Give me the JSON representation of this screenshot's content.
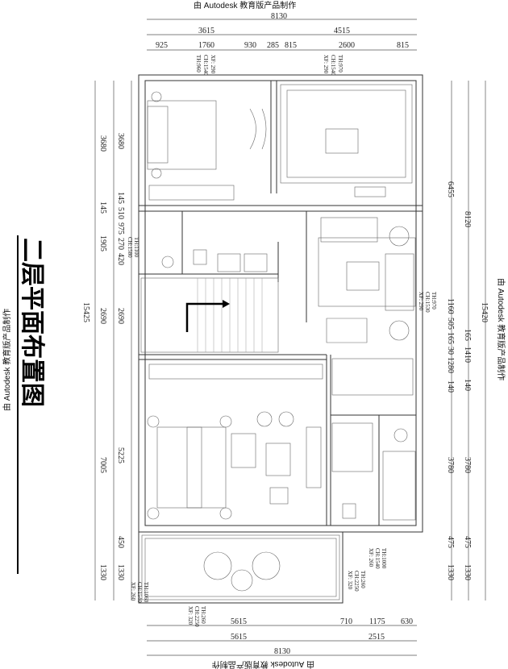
{
  "stamp": "由 Autodesk 教育版产品制作",
  "title": "二层平面布置图",
  "dims_top": {
    "total": "8130",
    "row2": [
      "3615",
      "4515"
    ],
    "row3": [
      "925",
      "1760",
      "930",
      "285",
      "815",
      "2600",
      "815"
    ]
  },
  "dims_bottom": {
    "row1": [
      "5615",
      "710",
      "1175",
      "630"
    ],
    "row2": [
      "5615",
      "2515"
    ],
    "total": "8130"
  },
  "dims_left": {
    "total": "15425",
    "outer": [
      "3680",
      "145",
      "1905",
      "2690",
      "7005",
      "1330"
    ],
    "inner": [
      "3680",
      "145",
      "510",
      "975",
      "270",
      "420",
      "2690",
      "5225",
      "450",
      "1330"
    ]
  },
  "dims_right": {
    "total": "15420",
    "outer": [
      "8120",
      "165",
      "1410",
      "140",
      "3780",
      "475",
      "1330"
    ],
    "inner": [
      "6455",
      "1160",
      "505",
      "165",
      "30",
      "1280",
      "140",
      "3780",
      "475",
      "1330"
    ]
  },
  "annotations": {
    "top_left": [
      "TH:960",
      "CH:1540",
      "XF: 290"
    ],
    "top_right": [
      "TH:970",
      "CH:1540",
      "XF: 290"
    ],
    "mid_left": [
      "TH:1100",
      "CH:1580"
    ],
    "mid_right": [
      "TH:970",
      "CH:1530",
      "XF: 290"
    ],
    "bath": [
      "TH:1000",
      "CH:1540",
      "XF: 260"
    ],
    "bath2": [
      "TH:260",
      "CH:2250",
      "XF: 320"
    ],
    "balcony": [
      "TH:1060",
      "CH:1540",
      "XF: 260"
    ],
    "balcony2": [
      "TH:260",
      "CH:2250",
      "XF: 320"
    ]
  }
}
